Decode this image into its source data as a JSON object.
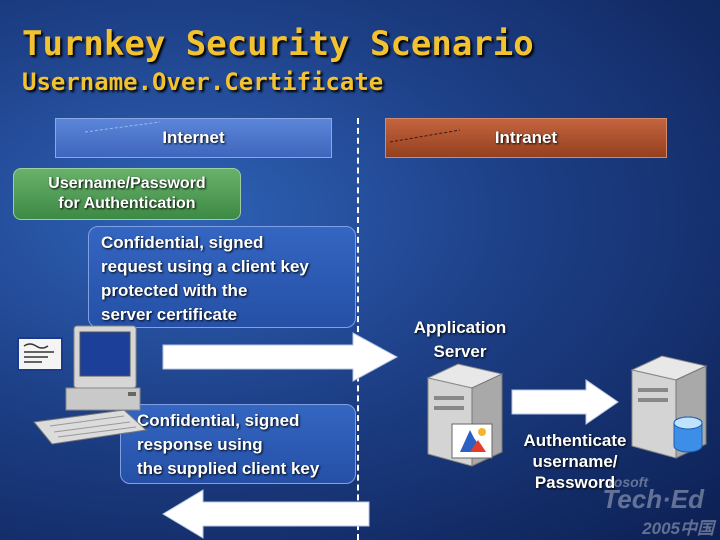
{
  "title": "Turnkey Security Scenario",
  "subtitle": "Username.Over.Certificate",
  "zones": {
    "internet": "Internet",
    "intranet": "Intranet"
  },
  "client": {
    "auth_box": "Username/Password\nfor Authentication",
    "request_box": "Confidential, signed\nrequest using a client key\nprotected with the\nserver certificate",
    "response_box": "Confidential, signed\nresponse using\nthe supplied client key",
    "certificate_icon": "certificate-icon",
    "computer_icon": "desktop-computer-icon"
  },
  "server": {
    "app_server_label": "Application\nServer",
    "auth_label": "Authenticate\nusername/\nPassword",
    "server_icon": "server-tower-icon",
    "app_icon": "application-icon",
    "database_icon": "database-icon"
  },
  "logo": {
    "line1": "rosoft",
    "line2": "Tech·Ed",
    "line3": "2005中国"
  },
  "colors": {
    "title": "#f2c230",
    "internet": "#4a74cc",
    "intranet": "#b0522e",
    "auth_box": "#55a05a",
    "info_box": "#2f5fb8"
  }
}
